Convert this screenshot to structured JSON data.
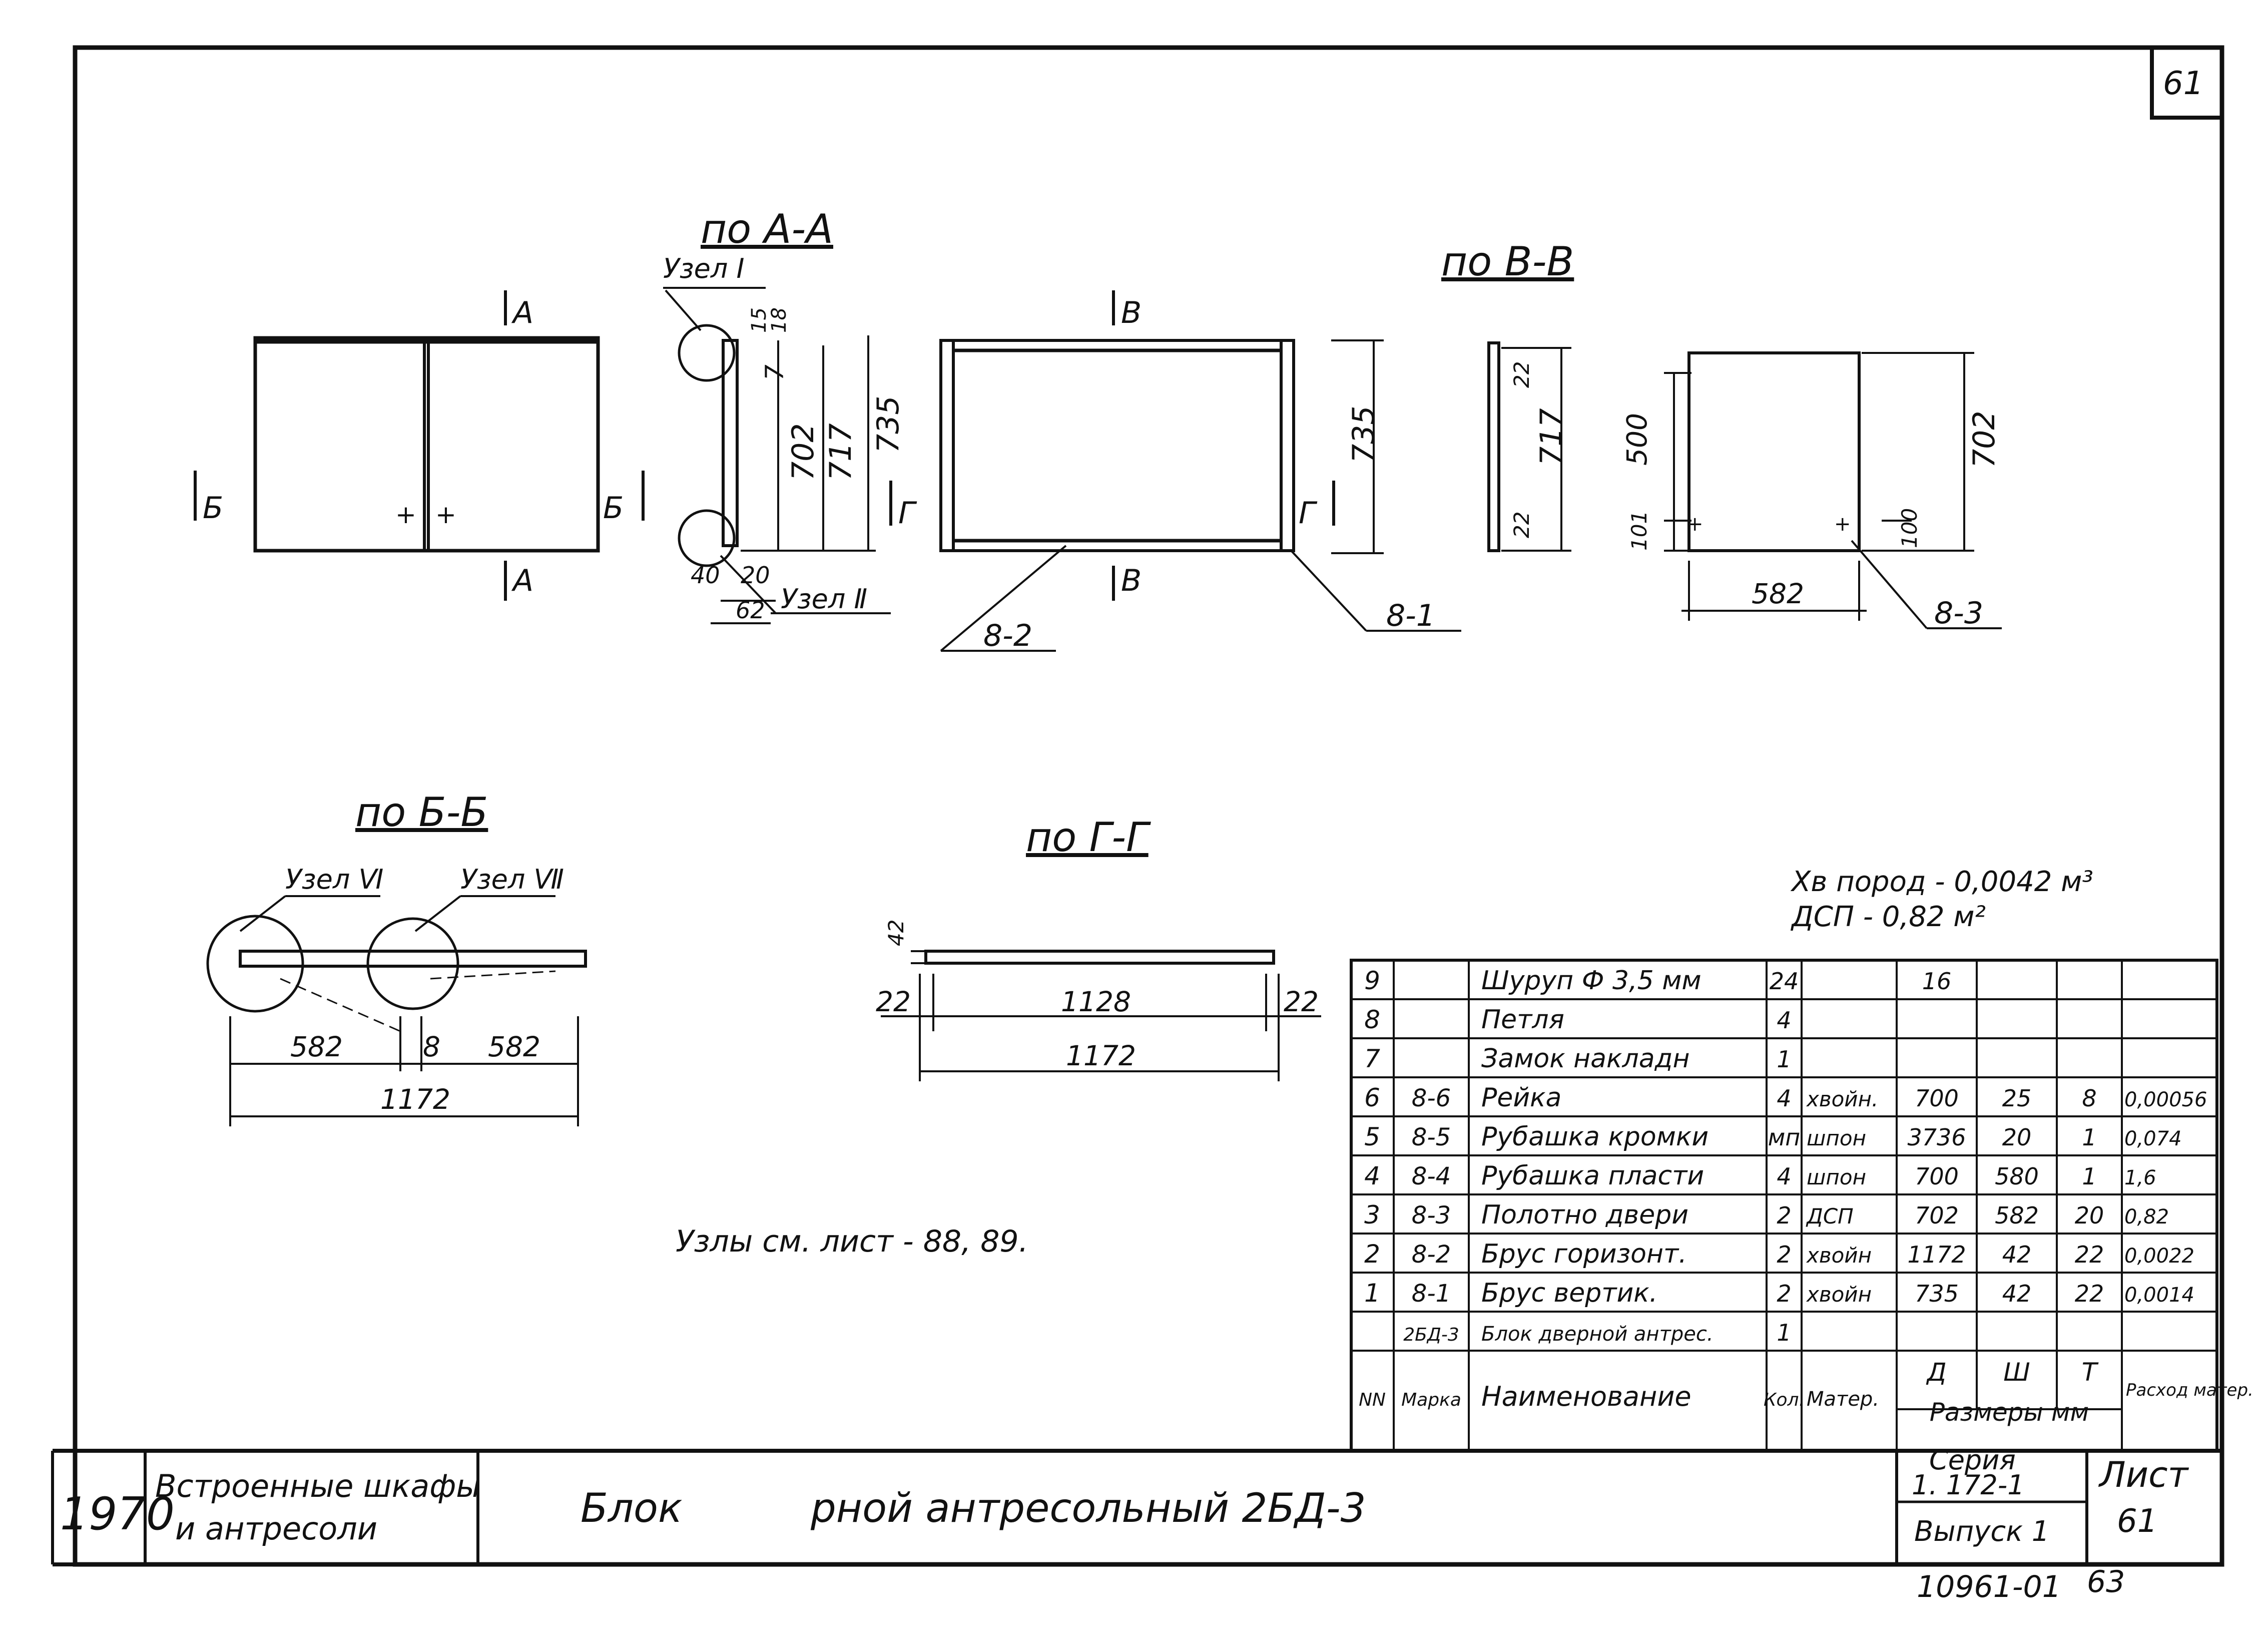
{
  "sheet_corner_number": "61",
  "views": {
    "front": {
      "cut_a_top": "A",
      "cut_a_bottom": "A",
      "cut_b_left": "Б",
      "cut_b_right": "Б"
    },
    "section_aa": {
      "title": "по А-А",
      "node_top": "Узел Ⅰ",
      "node_bottom": "Узел Ⅱ",
      "dims": {
        "d15": "15",
        "d18": "18",
        "d7": "7",
        "d702": "702",
        "d717": "717",
        "d735": "735",
        "d40": "40",
        "d20": "20",
        "d62": "62"
      }
    },
    "frame": {
      "cut_b_top": "В",
      "cut_b_bottom": "В",
      "cut_g_left": "Г",
      "cut_g_right": "Г",
      "dim_735": "735",
      "label_82": "8-2",
      "label_81": "8-1"
    },
    "section_vv": {
      "title": "по В-В",
      "dims": {
        "d22a": "22",
        "d717": "717",
        "d22b": "22"
      }
    },
    "panel": {
      "dims": {
        "d500": "500",
        "d101": "101",
        "d702": "702",
        "d100": "100",
        "d582": "582"
      },
      "label_83": "8-3"
    },
    "section_bb": {
      "title": "по Б-Б",
      "node_left": "Узел Ⅵ",
      "node_right": "Узел Ⅶ",
      "dims": {
        "d582a": "582",
        "d8": "8",
        "d582b": "582",
        "d1172": "1172"
      }
    },
    "section_gg": {
      "title": "по Г-Г",
      "dims": {
        "d42": "42",
        "d22a": "22",
        "d1128": "1128",
        "d22b": "22",
        "d1172": "1172"
      }
    }
  },
  "nodes_note": "Узлы см. лист - 88, 89.",
  "materials": {
    "line1": "Хв пород - 0,0042 м³",
    "line2": "ДСП - 0,82 м²"
  },
  "spec_table": {
    "header": {
      "nn": "NN",
      "mark": "Марка",
      "name": "Наименование",
      "qty": "Кол.",
      "material": "Матер.",
      "d": "Д",
      "w": "Ш",
      "t": "Т",
      "sizes": "Размеры мм",
      "consumption": "Расход матер."
    },
    "rows": [
      {
        "nn": "9",
        "mark": "",
        "name": "Шуруп Ф 3,5 мм",
        "qty": "24",
        "mat": "",
        "d": "16",
        "w": "",
        "t": "",
        "cons": ""
      },
      {
        "nn": "8",
        "mark": "",
        "name": "Петля",
        "qty": "4",
        "mat": "",
        "d": "",
        "w": "",
        "t": "",
        "cons": ""
      },
      {
        "nn": "7",
        "mark": "",
        "name": "Замок накладн",
        "qty": "1",
        "mat": "",
        "d": "",
        "w": "",
        "t": "",
        "cons": ""
      },
      {
        "nn": "6",
        "mark": "8-6",
        "name": "Рейка",
        "qty": "4",
        "mat": "хвойн.",
        "d": "700",
        "w": "25",
        "t": "8",
        "cons": "0,00056"
      },
      {
        "nn": "5",
        "mark": "8-5",
        "name": "Рубашка кромки",
        "qty": "мп",
        "mat": "шпон",
        "d": "3736",
        "w": "20",
        "t": "1",
        "cons": "0,074"
      },
      {
        "nn": "4",
        "mark": "8-4",
        "name": "Рубашка пласти",
        "qty": "4",
        "mat": "шпон",
        "d": "700",
        "w": "580",
        "t": "1",
        "cons": "1,6"
      },
      {
        "nn": "3",
        "mark": "8-3",
        "name": "Полотно двери",
        "qty": "2",
        "mat": "ДСП",
        "d": "702",
        "w": "582",
        "t": "20",
        "cons": "0,82"
      },
      {
        "nn": "2",
        "mark": "8-2",
        "name": "Брус горизонт.",
        "qty": "2",
        "mat": "хвойн",
        "d": "1172",
        "w": "42",
        "t": "22",
        "cons": "0,0022"
      },
      {
        "nn": "1",
        "mark": "8-1",
        "name": "Брус вертик.",
        "qty": "2",
        "mat": "хвойн",
        "d": "735",
        "w": "42",
        "t": "22",
        "cons": "0,0014"
      },
      {
        "nn": "",
        "mark": "2БД-3",
        "name": "Блок дверной антрес.",
        "qty": "1",
        "mat": "",
        "d": "",
        "w": "",
        "t": "",
        "cons": ""
      }
    ]
  },
  "title_block": {
    "year": "1970",
    "series_name_line1": "Встроенные шкафы",
    "series_name_line2": "и антресоли",
    "title_word1": "Блок",
    "title_rest": "рной антресольный 2БД-3",
    "series_label": "Серия",
    "series_value": "1. 172-1",
    "issue": "Выпуск 1",
    "sheet_label": "Лист",
    "sheet_value": "61",
    "drawing_number": "10961-01",
    "page_number": "63"
  }
}
